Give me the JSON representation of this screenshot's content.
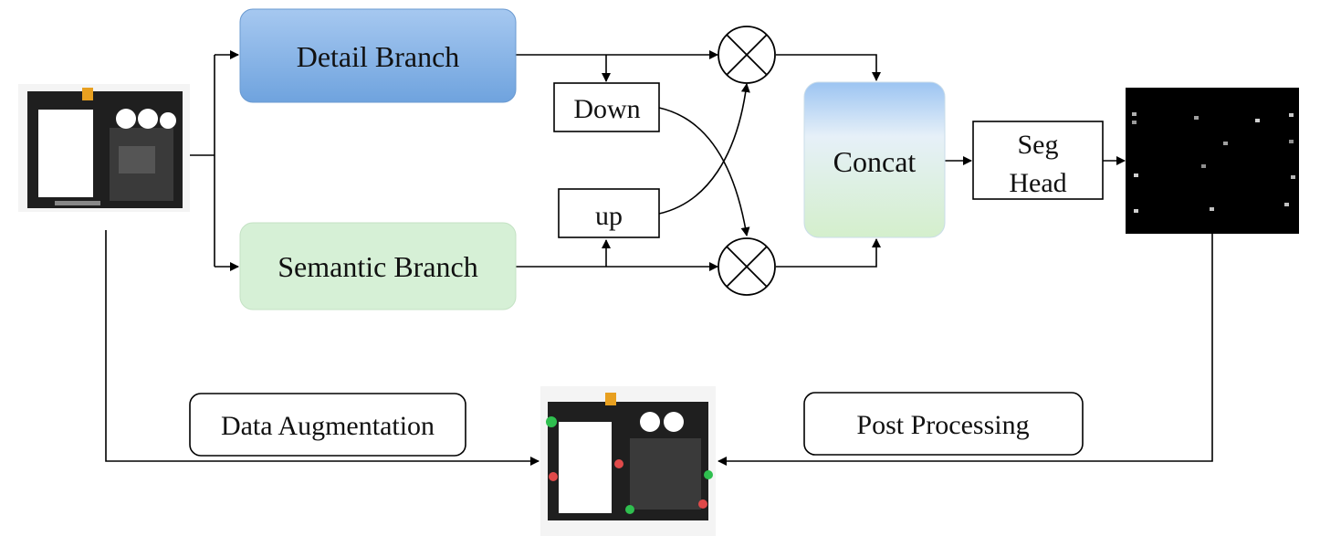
{
  "nodes": {
    "detail_branch": "Detail Branch",
    "semantic_branch": "Semantic Branch",
    "down": "Down",
    "up": "up",
    "concat": "Concat",
    "seg_head_line1": "Seg",
    "seg_head_line2": "Head",
    "data_augmentation": "Data Augmentation",
    "post_processing": "Post Processing"
  },
  "colors": {
    "detail_branch_top": "#a6c8f0",
    "detail_branch_bottom": "#6fa3de",
    "semantic_branch": "#d6f0d6",
    "concat_top": "#9cc4f2",
    "concat_bottom": "#d7f0d0",
    "mask_background": "#000000",
    "pcb_board": "#2a2a2a"
  }
}
